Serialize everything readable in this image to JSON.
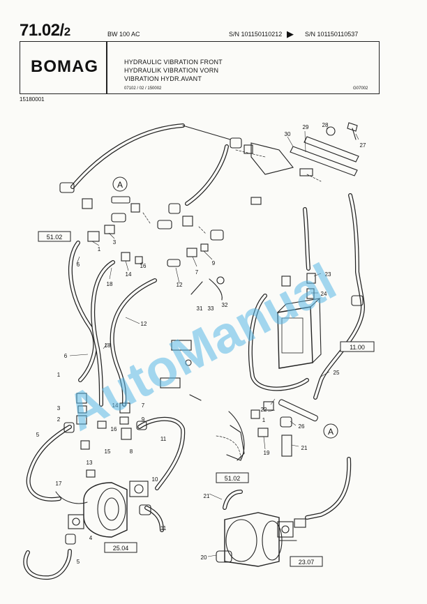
{
  "header": {
    "page_number": "71.02/",
    "page_sub": "2",
    "model": "BW 100 AC",
    "serial_from": "S/N 101150110212",
    "serial_to": "S/N 101150110537",
    "brand": "BOMAG",
    "title_lines": [
      "HYDRAULIC VIBRATION FRONT",
      "HYDRAULIK VIBRATION VORN",
      "VIBRATION HYDR.AVANT"
    ],
    "ref_left": "07102 / 02 / 150002",
    "ref_right": "G07002",
    "doc_number": "15180001"
  },
  "diagram": {
    "part_numbers": [
      "1",
      "2",
      "3",
      "4",
      "5",
      "6",
      "7",
      "8",
      "9",
      "10",
      "11",
      "12",
      "13",
      "14",
      "15",
      "16",
      "17",
      "18",
      "19",
      "20",
      "21",
      "22",
      "23",
      "24",
      "25",
      "26",
      "27",
      "28",
      "29",
      "30",
      "31",
      "32",
      "33"
    ],
    "reference_boxes": [
      "51.02",
      "11.00",
      "51.02",
      "25.04",
      "23.07"
    ],
    "callout_letter": "A",
    "watermark": "AutoManual"
  }
}
